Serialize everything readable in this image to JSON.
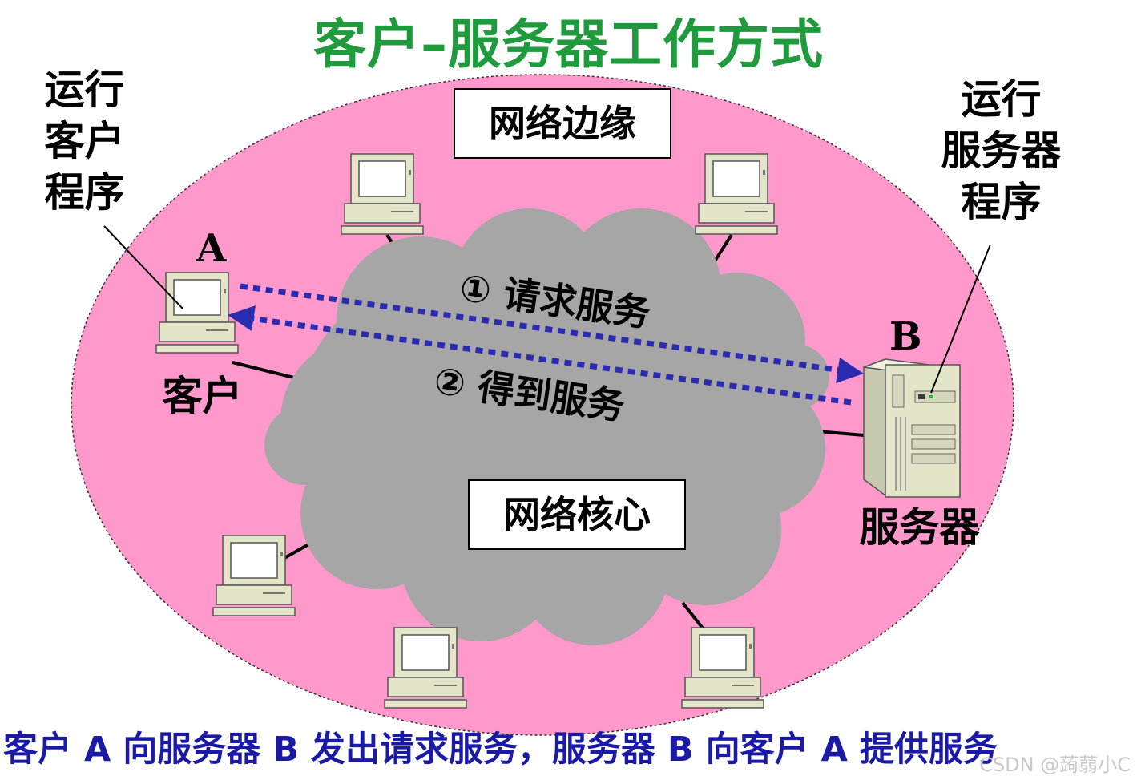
{
  "title": "客户–服务器工作方式",
  "client_program_label": [
    "运行",
    "客户",
    "程序"
  ],
  "server_program_label": [
    "运行",
    "服务器",
    "程序"
  ],
  "edge_label": "网络边缘",
  "core_label": "网络核心",
  "host_a_letter": "A",
  "host_b_letter": "B",
  "client_label": "客户",
  "server_label": "服务器",
  "request_label": "① 请求服务",
  "response_label": "② 得到服务",
  "caption": "客户 A 向服务器 B 发出请求服务，服务器 B 向客户 A 提供服务",
  "watermark": "CSDN @蒟蒻小C",
  "colors": {
    "title": "#1f9a3c",
    "edge_fill": "#ff99cc",
    "core_fill": "#a6a6a6",
    "arrow": "#2b2bb0",
    "caption": "#1a1aa6",
    "computer_body": "#e4e4c8"
  },
  "icons": {
    "computer": "desktop-computer-icon",
    "server": "server-tower-icon"
  }
}
